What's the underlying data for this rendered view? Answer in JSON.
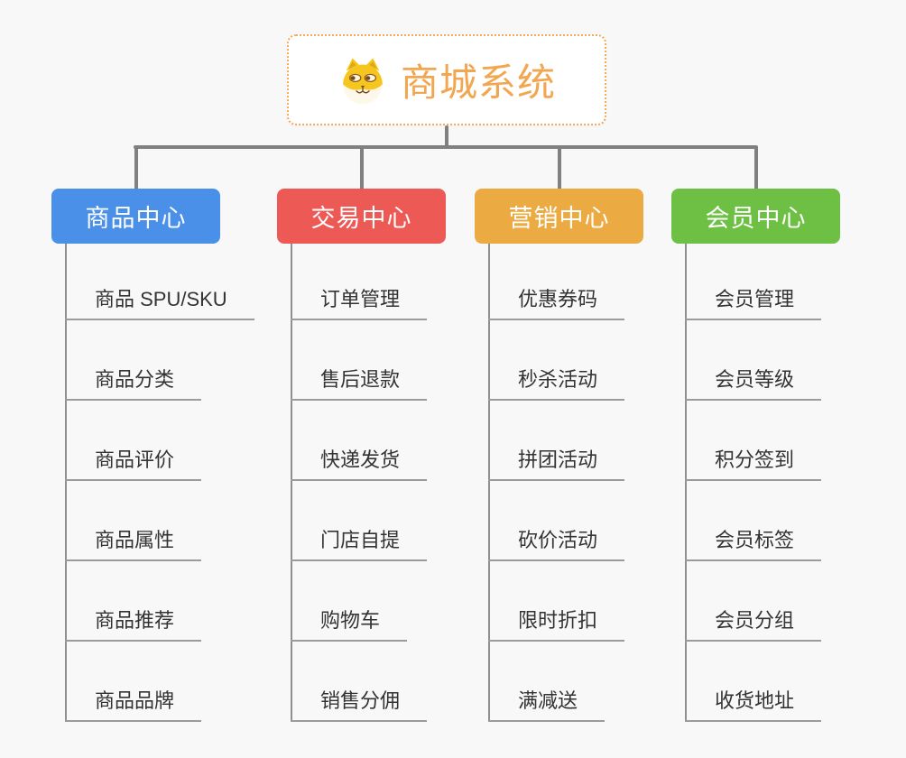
{
  "root": {
    "title": "商城系统",
    "icon": "shiba-dog-icon",
    "accent_color": "#f2a64f",
    "border_color": "#f2a95a"
  },
  "branches": [
    {
      "label": "商品中心",
      "color": "#4a90e9",
      "items": [
        "商品 SPU/SKU",
        "商品分类",
        "商品评价",
        "商品属性",
        "商品推荐",
        "商品品牌"
      ]
    },
    {
      "label": "交易中心",
      "color": "#ed5a56",
      "items": [
        "订单管理",
        "售后退款",
        "快递发货",
        "门店自提",
        "购物车",
        "销售分佣"
      ]
    },
    {
      "label": "营销中心",
      "color": "#ebab42",
      "items": [
        "优惠券码",
        "秒杀活动",
        "拼团活动",
        "砍价活动",
        "限时折扣",
        "满减送"
      ]
    },
    {
      "label": "会员中心",
      "color": "#6ec044",
      "items": [
        "会员管理",
        "会员等级",
        "积分签到",
        "会员标签",
        "会员分组",
        "收货地址"
      ]
    }
  ],
  "colors": {
    "background": "#f8f8f8",
    "connector": "#808080",
    "branch_line": "#8f8f8f",
    "underline": "#9b9b9b",
    "item_text": "#333333",
    "header_text": "#ffffff"
  }
}
